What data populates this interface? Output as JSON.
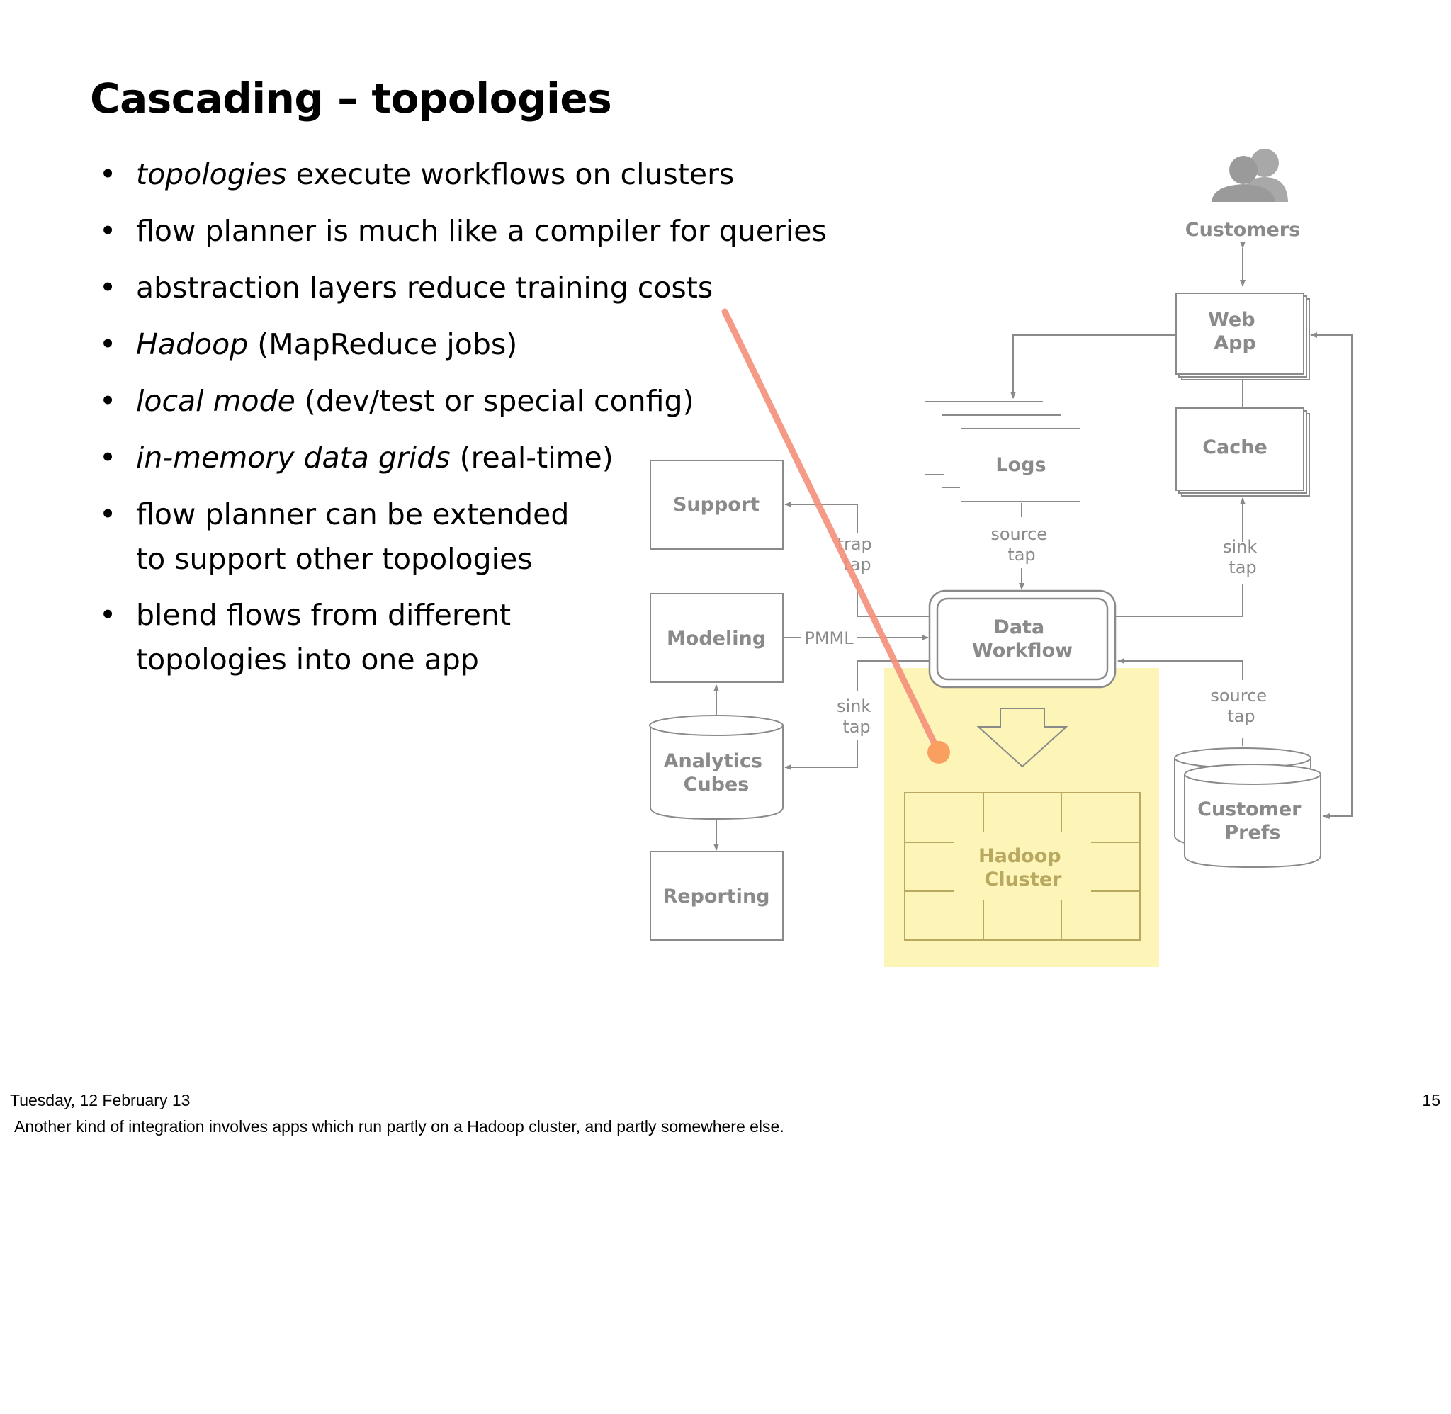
{
  "slide": {
    "title": "Cascading – topologies",
    "bullets": [
      {
        "em": "topologies",
        "rest": " execute workflows on clusters"
      },
      {
        "em": "",
        "rest": "flow planner is much like a compiler for queries"
      },
      {
        "em": "",
        "rest": "abstraction layers reduce training costs"
      },
      {
        "em": "Hadoop",
        "rest": " (MapReduce jobs)"
      },
      {
        "em": "local mode",
        "rest": " (dev/test or special config)"
      },
      {
        "em": "in-memory data grids",
        "rest": " (real-time)"
      },
      {
        "em": "",
        "rest": "flow planner can be extended"
      },
      {
        "em": "",
        "rest": "to support other topologies"
      },
      {
        "em": "",
        "rest": "blend flows from different"
      },
      {
        "em": "",
        "rest": "topologies into one app"
      }
    ]
  },
  "diagram": {
    "customers": "Customers",
    "web_app": [
      "Web",
      "App"
    ],
    "cache": "Cache",
    "logs": "Logs",
    "support": "Support",
    "modeling": "Modeling",
    "analytics_cubes": [
      "Analytics",
      "Cubes"
    ],
    "reporting": "Reporting",
    "data_workflow": [
      "Data",
      "Workflow"
    ],
    "hadoop_cluster": [
      "Hadoop",
      "Cluster"
    ],
    "customer_prefs": [
      "Customer",
      "Prefs"
    ],
    "trap_tap": [
      "trap",
      "tap"
    ],
    "source_tap_logs": [
      "source",
      "tap"
    ],
    "sink_tap_cache": [
      "sink",
      "tap"
    ],
    "pmml": "PMML",
    "sink_tap_analytics": [
      "sink",
      "tap"
    ],
    "source_tap_prefs": [
      "source",
      "tap"
    ]
  },
  "footer": {
    "date": "Tuesday, 12 February 13",
    "page_number": "15",
    "note": "Another kind of integration involves apps which run partly on a Hadoop cluster, and partly somewhere else."
  },
  "colors": {
    "diagram_gray": "#8a8a8a",
    "highlight_yellow": "#fdf4b8",
    "laser_line": "#f5907a",
    "laser_dot": "#f9a060"
  }
}
